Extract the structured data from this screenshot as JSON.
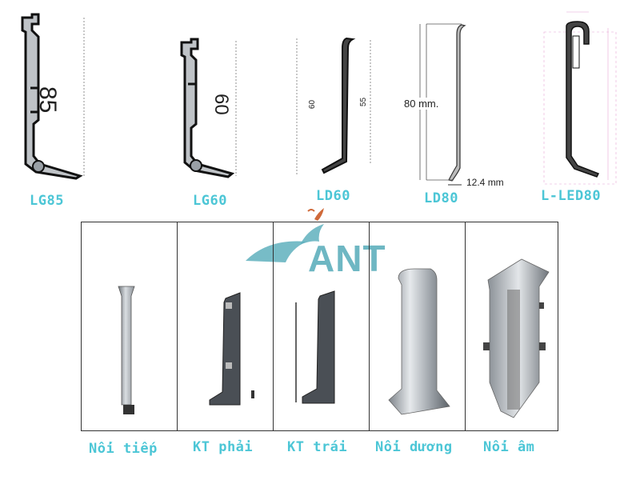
{
  "profiles": [
    {
      "label": "LG85",
      "dimension": "85"
    },
    {
      "label": "LG60",
      "dimension": "60"
    },
    {
      "label": "LD60",
      "dim_left": "60",
      "dim_right": "55"
    },
    {
      "label": "LD80",
      "dim_height": "80 mm.",
      "dim_base": "12.4 mm"
    },
    {
      "label": "L-LED80"
    }
  ],
  "accessories": [
    {
      "label": "Nối tiếp"
    },
    {
      "label": "KT phải"
    },
    {
      "label": "KT trái"
    },
    {
      "label": "Nối dương"
    },
    {
      "label": "Nối âm"
    }
  ],
  "watermark": {
    "text": "ANT",
    "color": "#5fb0bd"
  },
  "colors": {
    "label": "#4cc6d6",
    "metal": "#8d939a",
    "dark": "#333333"
  }
}
